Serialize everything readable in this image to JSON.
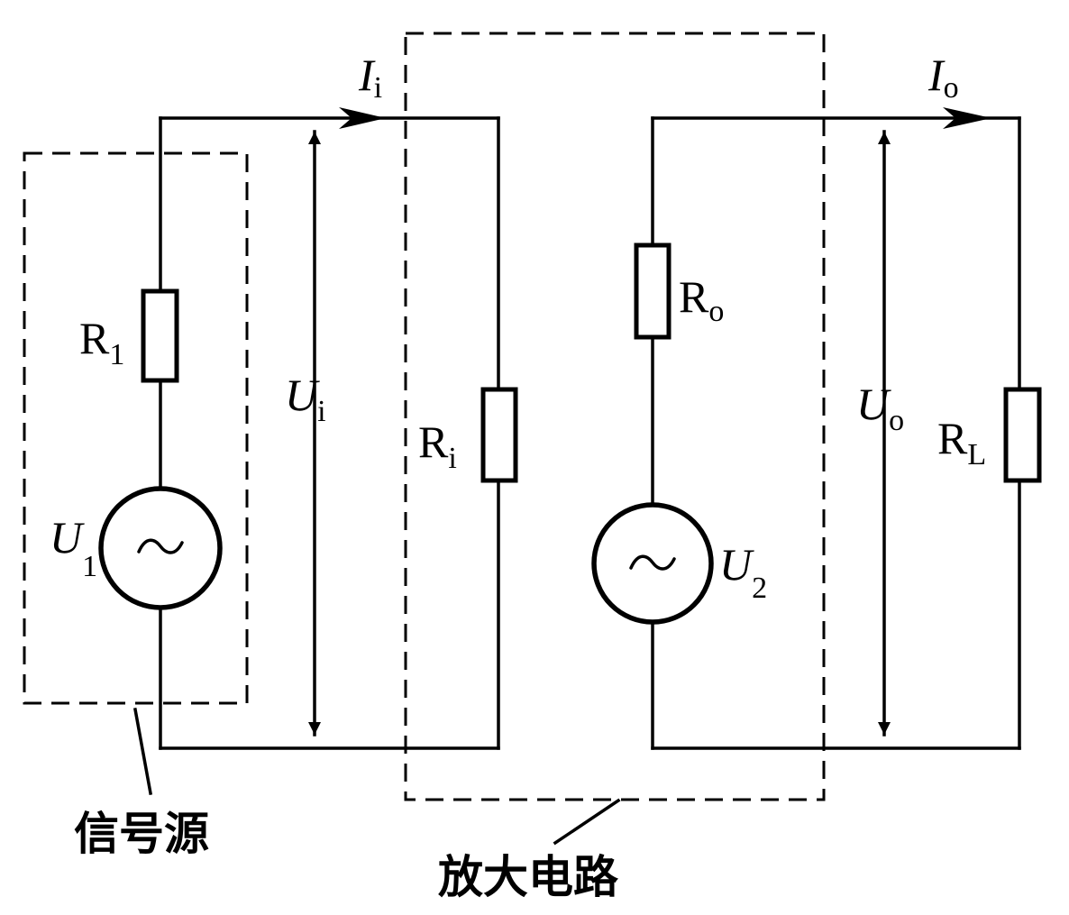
{
  "labels": {
    "input_current": {
      "main": "I",
      "sub": "i"
    },
    "output_current": {
      "main": "I",
      "sub": "o"
    },
    "input_voltage": {
      "main": "U",
      "sub": "i"
    },
    "output_voltage": {
      "main": "U",
      "sub": "o"
    },
    "source_voltage_1": {
      "main": "U",
      "sub": "1"
    },
    "source_voltage_2": {
      "main": "U",
      "sub": "2"
    },
    "resistor_1": {
      "main": "R",
      "sub": "1"
    },
    "resistor_in": {
      "main": "R",
      "sub": "i"
    },
    "resistor_out": {
      "main": "R",
      "sub": "o"
    },
    "resistor_load": {
      "main": "R",
      "sub": "L"
    },
    "signal_source": "信号源",
    "amplifier": "放大电路"
  }
}
